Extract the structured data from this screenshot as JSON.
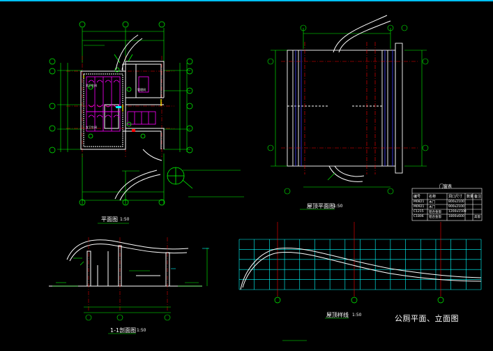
{
  "colors": {
    "background": "#000000",
    "dim": "#00ff00",
    "grid": "#ff0000",
    "wall": "#ffffff",
    "fixture": "#ff00ff",
    "hatch": "#ff80ff",
    "door": "#ffff00",
    "cyan": "#00ffff",
    "roof_blue": "#4040ff",
    "accent": "#00c0ff"
  },
  "plan": {
    "title": "平面图",
    "scale": "1:50",
    "axes_top": [
      "①",
      "②",
      "③"
    ],
    "axes_bottom": [
      "①",
      "②",
      "③"
    ],
    "axes_left": [
      "④",
      "⑤",
      "⑥",
      "⑦",
      "⑧",
      "⑨"
    ],
    "axes_right": [
      "④",
      "⑤",
      "⑥",
      "⑦",
      "⑧",
      "⑨"
    ],
    "rooms": [
      "男卫生间",
      "女卫生间",
      "管理间"
    ]
  },
  "roof_plan": {
    "title": "屋顶平面图",
    "scale": "1:50"
  },
  "section": {
    "title": "1-1剖面图",
    "scale": "1:50",
    "axes": [
      "①",
      "②",
      "③"
    ]
  },
  "elevation": {
    "title": "屋顶样线",
    "scale": "1:50",
    "axes": [
      "①",
      "②",
      "③"
    ]
  },
  "table": {
    "title": "门窗表",
    "headers": [
      "编号",
      "名称",
      "洞口尺寸",
      "数量",
      "备注"
    ],
    "rows": [
      [
        "M0821",
        "木门",
        "800x2100",
        "",
        ""
      ],
      [
        "M0921",
        "木门",
        "900x2100",
        "",
        ""
      ],
      [
        "C1215",
        "铝合金窗",
        "1200x1500",
        "",
        ""
      ],
      [
        "C1806",
        "铝合金窗",
        "1800x600",
        "",
        "高窗"
      ]
    ]
  },
  "sheet_title": "公厕平面、立面图"
}
